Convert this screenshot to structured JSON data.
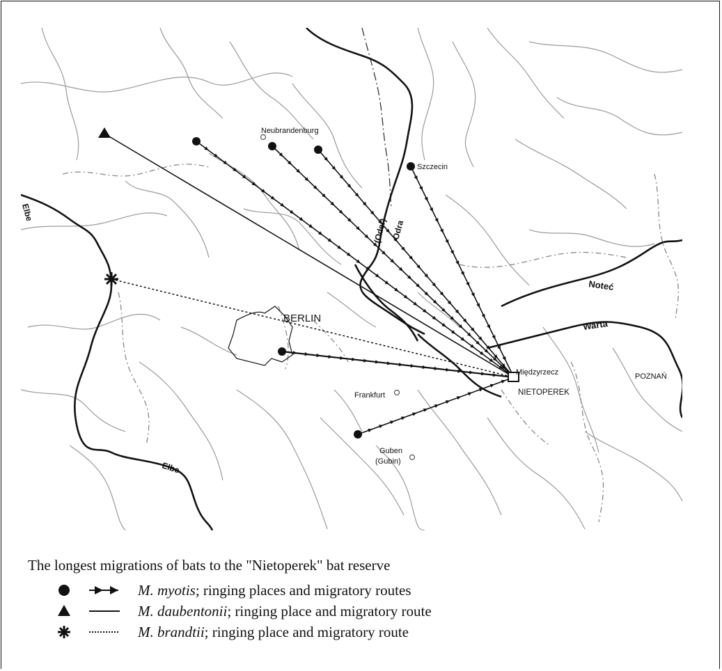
{
  "places": {
    "neubrandenburg": "Neubrandenburg",
    "szczecin": "Szczecin",
    "berlin": "BERLIN",
    "miedzyrzecz": "Międzyrzecz",
    "nietoperek": "NIETOPEREK",
    "poznan": "POZNAŃ",
    "frankfurt": "Frankfurt",
    "guben": "Guben",
    "gubin": "(Gubin)"
  },
  "rivers": {
    "elbe_top": "Elbe",
    "elbe_bottom": "Elbe",
    "oder": "(Oder)",
    "odra": "Odra",
    "notec": "Noteć",
    "warta": "Warta"
  },
  "legend": {
    "title": "The longest migrations of bats to the \"Nietoperek\" bat reserve",
    "items": [
      {
        "species": "M. myotis",
        "text": "; ringing places and migratory routes",
        "symbol": "filled-circle",
        "line": "arrowed-solid"
      },
      {
        "species": "M. daubentonii",
        "text": "; ringing place and migratory route",
        "symbol": "filled-triangle",
        "line": "solid"
      },
      {
        "species": "M. brandtii",
        "text": "; ringing place and migratory route",
        "symbol": "asterisk",
        "line": "dotted"
      }
    ]
  }
}
